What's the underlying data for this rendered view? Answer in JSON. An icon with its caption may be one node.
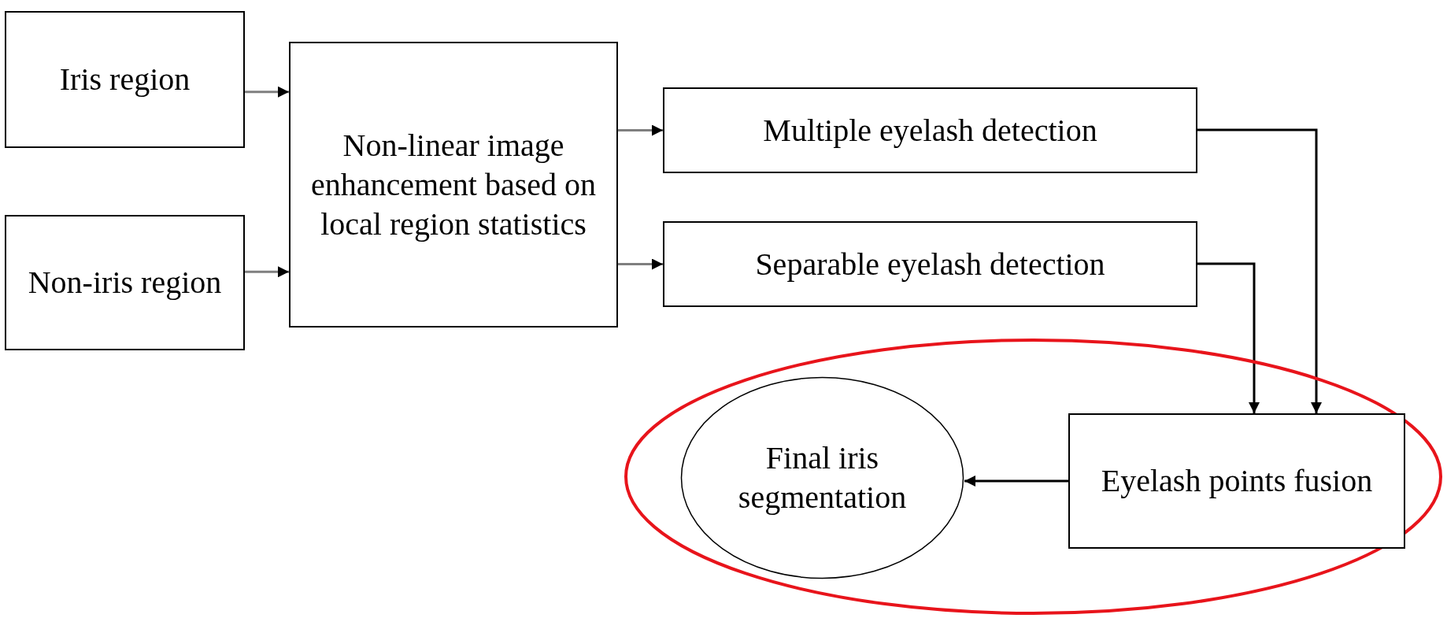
{
  "diagram": {
    "nodes": [
      {
        "text": [
          "Iris region"
        ]
      },
      {
        "text": [
          "Non-iris region"
        ]
      },
      {
        "text": [
          "Non-linear image enhancement based on local region statistics"
        ]
      },
      {
        "text": [
          "Multiple eyelash detection"
        ]
      },
      {
        "text": [
          "Separable eyelash detection"
        ]
      },
      {
        "text": [],
        "shape": "ellipse"
      },
      {
        "text": [
          "Final iris segmentation"
        ],
        "in": 5
      },
      {
        "text": [
          "Eyelash points fusion"
        ],
        "in": 5
      }
    ],
    "edges": [
      {
        "from": 0,
        "to": 2,
        "arrow": "to"
      },
      {
        "from": 1,
        "to": 2,
        "arrow": "to"
      },
      {
        "from": 2,
        "to": 3,
        "arrow": "to"
      },
      {
        "from": 2,
        "to": 4,
        "arrow": "to"
      },
      {
        "from": 3,
        "to": 7,
        "arrow": "to",
        "color": "#000000"
      },
      {
        "from": 4,
        "to": 7,
        "arrow": "to",
        "color": "#000000"
      },
      {
        "from": 7,
        "to": 6,
        "arrow": "to",
        "color": "#000000"
      }
    ]
  }
}
